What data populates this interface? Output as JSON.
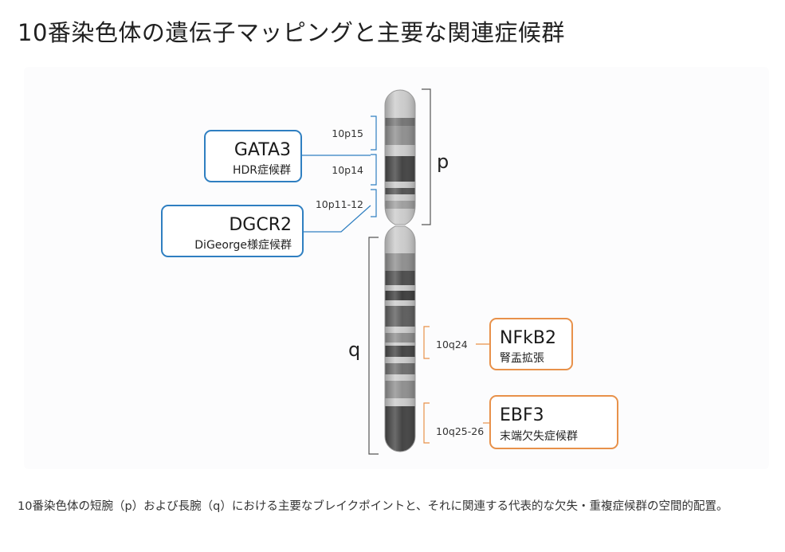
{
  "title": "10番染色体の遺伝子マッピングと主要な関連症候群",
  "arms": {
    "p": "p",
    "q": "q"
  },
  "bands": {
    "p15": "10p15",
    "p14": "10p14",
    "p11_12": "10p11-12",
    "q24": "10q24",
    "q25_26": "10q25-26"
  },
  "genes": {
    "gata3": {
      "name": "GATA3",
      "syndrome": "HDR症候群"
    },
    "dgcr2": {
      "name": "DGCR2",
      "syndrome": "DiGeorge様症候群"
    },
    "nfkb2": {
      "name": "NFkB2",
      "syndrome": "腎盂拡張"
    },
    "ebf3": {
      "name": "EBF3",
      "syndrome": "末端欠失症候群"
    }
  },
  "colors": {
    "p_arm_box": "#2f7fc1",
    "q_arm_box": "#e8914a",
    "bracket": "#555555"
  },
  "caption": "10番染色体の短腕（p）および長腕（q）における主要なブレイクポイントと、それに関連する代表的な欠失・重複症候群の空間的配置。"
}
